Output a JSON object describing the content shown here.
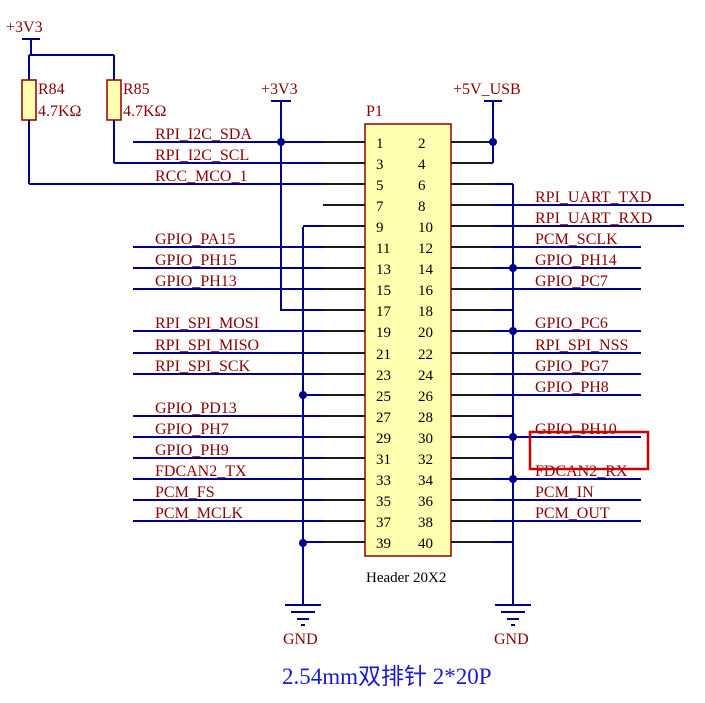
{
  "header": {
    "designator": "P1",
    "part": "Header 20X2",
    "left_pins": [
      "1",
      "3",
      "5",
      "7",
      "9",
      "11",
      "13",
      "15",
      "17",
      "19",
      "21",
      "23",
      "25",
      "27",
      "29",
      "31",
      "33",
      "35",
      "37",
      "39"
    ],
    "right_pins": [
      "2",
      "4",
      "6",
      "8",
      "10",
      "12",
      "14",
      "16",
      "18",
      "20",
      "22",
      "24",
      "26",
      "28",
      "30",
      "32",
      "34",
      "36",
      "38",
      "40"
    ]
  },
  "left_nets": [
    "RPI_I2C_SDA",
    "RPI_I2C_SCL",
    "RCC_MCO_1",
    "",
    "",
    "GPIO_PA15",
    "GPIO_PH15",
    "GPIO_PH13",
    "",
    "RPI_SPI_MOSI",
    "RPI_SPI_MISO",
    "RPI_SPI_SCK",
    "",
    "GPIO_PD13",
    "GPIO_PH7",
    "GPIO_PH9",
    "FDCAN2_TX",
    "PCM_FS",
    "PCM_MCLK",
    ""
  ],
  "right_nets": [
    "",
    "",
    "",
    "RPI_UART_TXD",
    "RPI_UART_RXD",
    "PCM_SCLK",
    "GPIO_PH14",
    "GPIO_PC7",
    "",
    "GPIO_PC6",
    "RPI_SPI_NSS",
    "GPIO_PG7",
    "GPIO_PH8",
    "",
    "GPIO_PH10",
    "",
    "FDCAN2_RX",
    "PCM_IN",
    "PCM_OUT",
    ""
  ],
  "highlighted_net": "GPIO_PH10",
  "power": {
    "top_left": "+3V3",
    "rail_3v3": "+3V3",
    "rail_5v": "+5V_USB",
    "gnd_left": "GND",
    "gnd_right": "GND"
  },
  "resistors": [
    {
      "ref": "R84",
      "value": "4.7KΩ"
    },
    {
      "ref": "R85",
      "value": "4.7KΩ"
    }
  ],
  "caption": "2.54mm双排针 2*20P",
  "colors": {
    "wire": "#00008b",
    "net_label": "#8b0000",
    "component_body": "#ffffb0",
    "highlight_box": "#cc0000",
    "caption": "#1a1acc"
  }
}
